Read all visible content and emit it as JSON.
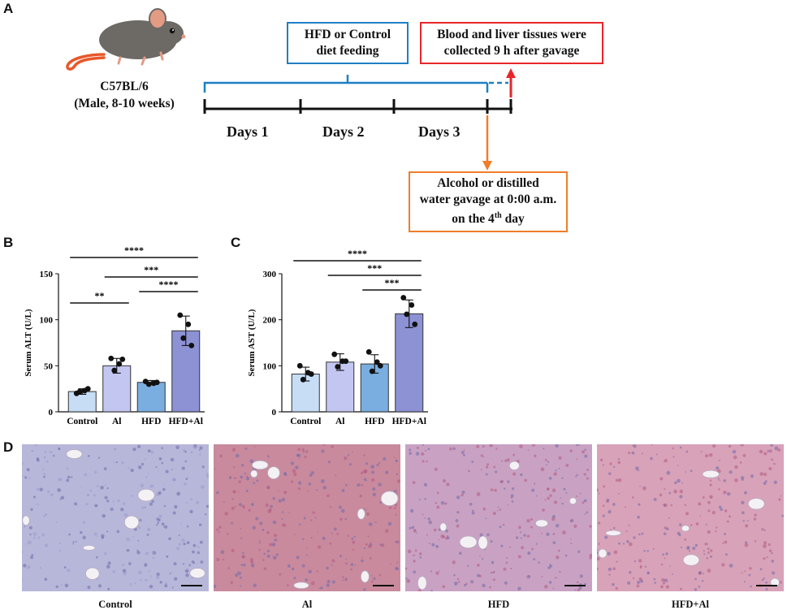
{
  "panels": {
    "a": "A",
    "b": "B",
    "c": "C",
    "d": "D"
  },
  "schematic": {
    "mouse_caption_line1": "C57BL/6",
    "mouse_caption_line2": "(Male, 8-10 weeks)",
    "diet_box_line1": "HFD or Control",
    "diet_box_line2": "diet feeding",
    "collect_box_line1": "Blood and liver tissues were",
    "collect_box_line2": "collected 9 h after gavage",
    "gavage_box_line1": "Alcohol or distilled",
    "gavage_box_line2": "water gavage at 0:00 a.m.",
    "gavage_box_line3_pre": "on the 4",
    "gavage_box_line3_sup": "th",
    "gavage_box_line3_post": " day",
    "days": [
      "Days 1",
      "Days 2",
      "Days 3"
    ],
    "colors": {
      "diet": "#1f7fc4",
      "collect": "#e8262a",
      "gavage": "#f07d2a",
      "timeline": "#111111"
    }
  },
  "chart_data": [
    {
      "type": "bar",
      "panel": "B",
      "ylabel": "Serum ALT (U/L)",
      "categories": [
        "Control",
        "Al",
        "HFD",
        "HFD+Al"
      ],
      "values": [
        22,
        50,
        32,
        88
      ],
      "sd": [
        3,
        8,
        2,
        16
      ],
      "points": [
        [
          20,
          23,
          22,
          25
        ],
        [
          58,
          52,
          45,
          57
        ],
        [
          33,
          31,
          30,
          32
        ],
        [
          105,
          95,
          80,
          72
        ]
      ],
      "colors": [
        "#c6ddf5",
        "#c4c6f2",
        "#7aaee0",
        "#8c92d4"
      ],
      "ylim": [
        0,
        150
      ],
      "yticks": [
        0,
        50,
        100,
        150
      ],
      "significance": [
        {
          "from": 0,
          "to": 3,
          "label": "****"
        },
        {
          "from": 1,
          "to": 3,
          "label": "***"
        },
        {
          "from": 0,
          "to": 1,
          "label": "**"
        },
        {
          "from": 2,
          "to": 3,
          "label": "****"
        }
      ]
    },
    {
      "type": "bar",
      "panel": "C",
      "ylabel": "Serum AST (U/L)",
      "categories": [
        "Control",
        "Al",
        "HFD",
        "HFD+Al"
      ],
      "values": [
        82,
        108,
        104,
        213
      ],
      "sd": [
        15,
        18,
        20,
        30
      ],
      "points": [
        [
          100,
          85,
          70,
          82
        ],
        [
          125,
          110,
          98,
          110
        ],
        [
          130,
          108,
          88,
          100
        ],
        [
          248,
          232,
          212,
          190
        ]
      ],
      "colors": [
        "#c6ddf5",
        "#c4c6f2",
        "#7aaee0",
        "#8c92d4"
      ],
      "ylim": [
        0,
        300
      ],
      "yticks": [
        0,
        100,
        200,
        300
      ],
      "significance": [
        {
          "from": 0,
          "to": 3,
          "label": "****"
        },
        {
          "from": 1,
          "to": 3,
          "label": "***"
        },
        {
          "from": 2,
          "to": 3,
          "label": "***"
        }
      ]
    }
  ],
  "histology": {
    "labels": [
      "Control",
      "Al",
      "HFD",
      "HFD+Al"
    ],
    "colors": [
      "#b7b7da",
      "#c98a9e",
      "#c9a2c3",
      "#d8a2b9"
    ]
  }
}
